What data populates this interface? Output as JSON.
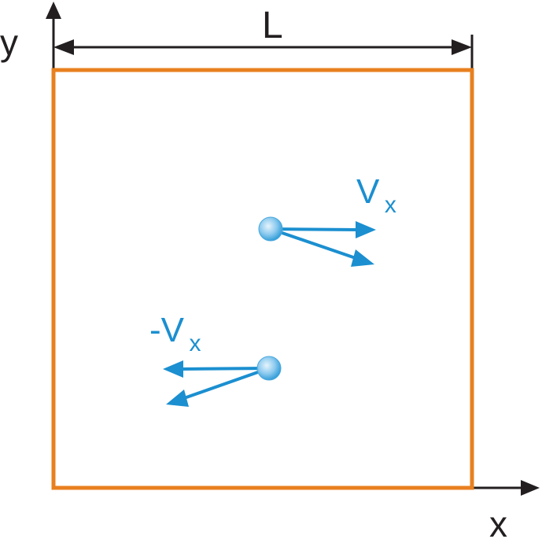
{
  "labels": {
    "y_axis": "y",
    "x_axis": "x",
    "length": "L",
    "velocity_main": "V",
    "velocity_sub": "x",
    "velocity_neg_main": "-V",
    "velocity_neg_sub": "x"
  },
  "colors": {
    "box_stroke": "#e8801f",
    "axis": "#231f20",
    "vector": "#1b8fd0",
    "particle_light": "#e6f4fc",
    "particle_dark": "#2c9ad6"
  }
}
